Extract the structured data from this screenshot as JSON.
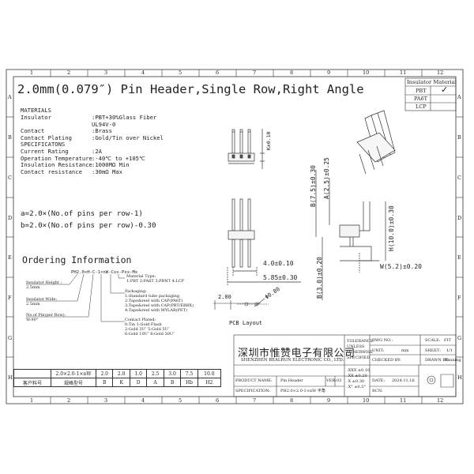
{
  "title": "2.0mm(0.079″) Pin Header,Single Row,Right Angle",
  "grid": {
    "cols": [
      "1",
      "2",
      "3",
      "4",
      "5",
      "6",
      "7",
      "8",
      "9",
      "10",
      "11",
      "12"
    ],
    "rows": [
      "A",
      "B",
      "C",
      "D",
      "E",
      "F",
      "G",
      "H"
    ]
  },
  "insulator_material": {
    "header": "Insulator Material",
    "options": [
      {
        "name": "PBT",
        "checked": true,
        "mark": "✓"
      },
      {
        "name": "PA6T",
        "checked": false,
        "mark": ""
      },
      {
        "name": "LCP",
        "checked": false,
        "mark": ""
      }
    ]
  },
  "materials": {
    "heading": "MATERIALS",
    "rows": [
      {
        "label": "Insulator",
        "value": ":PBT+30%Glass Fiber"
      },
      {
        "label": "",
        "value": " UL94V-0"
      },
      {
        "label": "Contact",
        "value": ":Brass"
      },
      {
        "label": "Contact Plating",
        "value": ":Gold/Tin over Nickel"
      }
    ]
  },
  "specifications": {
    "heading": "SPECIFICATONS",
    "rows": [
      {
        "label": "Current Rating",
        "value": ":2A"
      },
      {
        "label": "Operation Temperature",
        "value": ":-40℃ to +105℃"
      },
      {
        "label": "Insulation Resistance",
        "value": ":1000MΩ Min"
      },
      {
        "label": "Contact resistance",
        "value": ":30mΩ Max"
      }
    ]
  },
  "formulas": {
    "a": "a=2.0×(No.of pins per row-1)",
    "b": "b=2.0×(No.of pins per row)-0.30"
  },
  "ordering": {
    "heading": "Ordering Information",
    "code": "PH2.0×H-C-1×nW-Cxx-Pxx-Mx",
    "insulator_height": [
      "Insulator Height :",
      "2.5mm"
    ],
    "insulator_wide": [
      "Insulator Wide:",
      "2.5mm"
    ],
    "no_of_pins": [
      "No.of Pin(per Row):",
      "W:90°"
    ],
    "material_type": [
      "Material Type:",
      "1:PBT 2:PA6T 3:PBNT 4:LCP"
    ],
    "packaging": [
      "Packaging:",
      "1:Standard tube packaging",
      "2:Tape&reel with CAP(PA6T)",
      "3:Tape&reel with CAP(PBT/EBBX)",
      "4:Tape&reel with MYLAR(PET)"
    ],
    "contact_plated": [
      "Contact Plated:",
      "0:Tin     1:Gold Flash",
      "2:Gold 3U″   5:Gold 5U″",
      "6:Gold 10U″  8:Gold 30U″"
    ]
  },
  "dimensions": {
    "k": "K±0.10",
    "b_height": "B(7.5)±0.30",
    "a_height": "A(2.5)±0.25",
    "h_height": "H(10.0)±0.30",
    "b3": "B(3.0)±0.20",
    "w": "W(5.2)±0.20",
    "d4": "4.0±0.10",
    "d585": "5.85±0.30",
    "pcb_2": "2.00",
    "pcb_hole": "Φ0.80",
    "pcb_layout": "PCB Layout"
  },
  "title_block": {
    "company_cn": "深圳市惟赞电子有限公司",
    "company_en": "SHENZHEN BEALRUN ELECTRONIC CO., LTD.",
    "tolerance": [
      "TOLERANCE",
      "UNLESS",
      "OTHERWISE",
      "SPECIFIED"
    ],
    "tol_values": [
      ".XXX ±0.10",
      ".XX  ±0.20",
      ".X   ±0.30",
      ".X°  ±0.5°"
    ],
    "dwg_no_label": "DWG NO.:",
    "dwg_no": "",
    "scale_label": "SCALE:",
    "scale": "FIT",
    "unit_label": "UNIT:",
    "unit": "mm",
    "sheet_label": "SHEET:",
    "sheet": "1/1",
    "checked_label": "CHECKED BY:",
    "drawn_label": "DRAWN BY:",
    "drawn": "Fanning",
    "product_label": "PRODUCT NAME:",
    "product": "Pin Header",
    "ver_label": "VER:",
    "ver": "03",
    "spec_label": "SPECIFICATION:",
    "spec": "PH2.0×2.0-1×nW 平角",
    "date_label": "DATE:",
    "date": "2024.11.16",
    "rcn_label": "RCN:",
    "rcn": ""
  },
  "size_table": {
    "row1": [
      "2.0×2.0-1×nW",
      "2.0",
      "2.0",
      "1.0",
      "2.5",
      "3.0",
      "7.5",
      "10.0"
    ],
    "row2": [
      "客户料号",
      "规格型号",
      "B",
      "K",
      "D",
      "A",
      "B",
      "Hb",
      "H2"
    ]
  }
}
